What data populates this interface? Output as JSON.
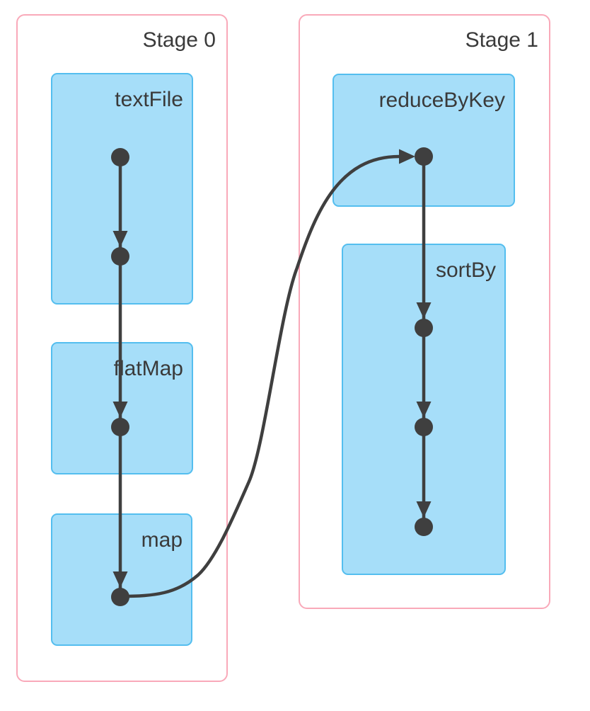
{
  "diagram_type": "spark-dag",
  "stages": [
    {
      "label": "Stage 0",
      "boxes": [
        {
          "label": "textFile",
          "node_count": 2
        },
        {
          "label": "flatMap",
          "node_count": 1
        },
        {
          "label": "map",
          "node_count": 1
        }
      ]
    },
    {
      "label": "Stage 1",
      "boxes": [
        {
          "label": "reduceByKey",
          "node_count": 1
        },
        {
          "label": "sortBy",
          "node_count": 3
        }
      ]
    }
  ],
  "edges": [
    {
      "from": "textFile[0]",
      "to": "textFile[1]",
      "cross_stage": false
    },
    {
      "from": "textFile[1]",
      "to": "flatMap[0]",
      "cross_stage": false
    },
    {
      "from": "flatMap[0]",
      "to": "map[0]",
      "cross_stage": false
    },
    {
      "from": "map[0]",
      "to": "reduceByKey[0]",
      "cross_stage": true
    },
    {
      "from": "reduceByKey[0]",
      "to": "sortBy[0]",
      "cross_stage": false
    },
    {
      "from": "sortBy[0]",
      "to": "sortBy[1]",
      "cross_stage": false
    },
    {
      "from": "sortBy[1]",
      "to": "sortBy[2]",
      "cross_stage": false
    }
  ],
  "colors": {
    "stage_border": "#F9A9B9",
    "op_fill": "#A6DEF9",
    "op_border": "#54BEEF",
    "edge": "#3F3F3F",
    "text": "#3A3A3A",
    "background": "#FFFFFF"
  }
}
